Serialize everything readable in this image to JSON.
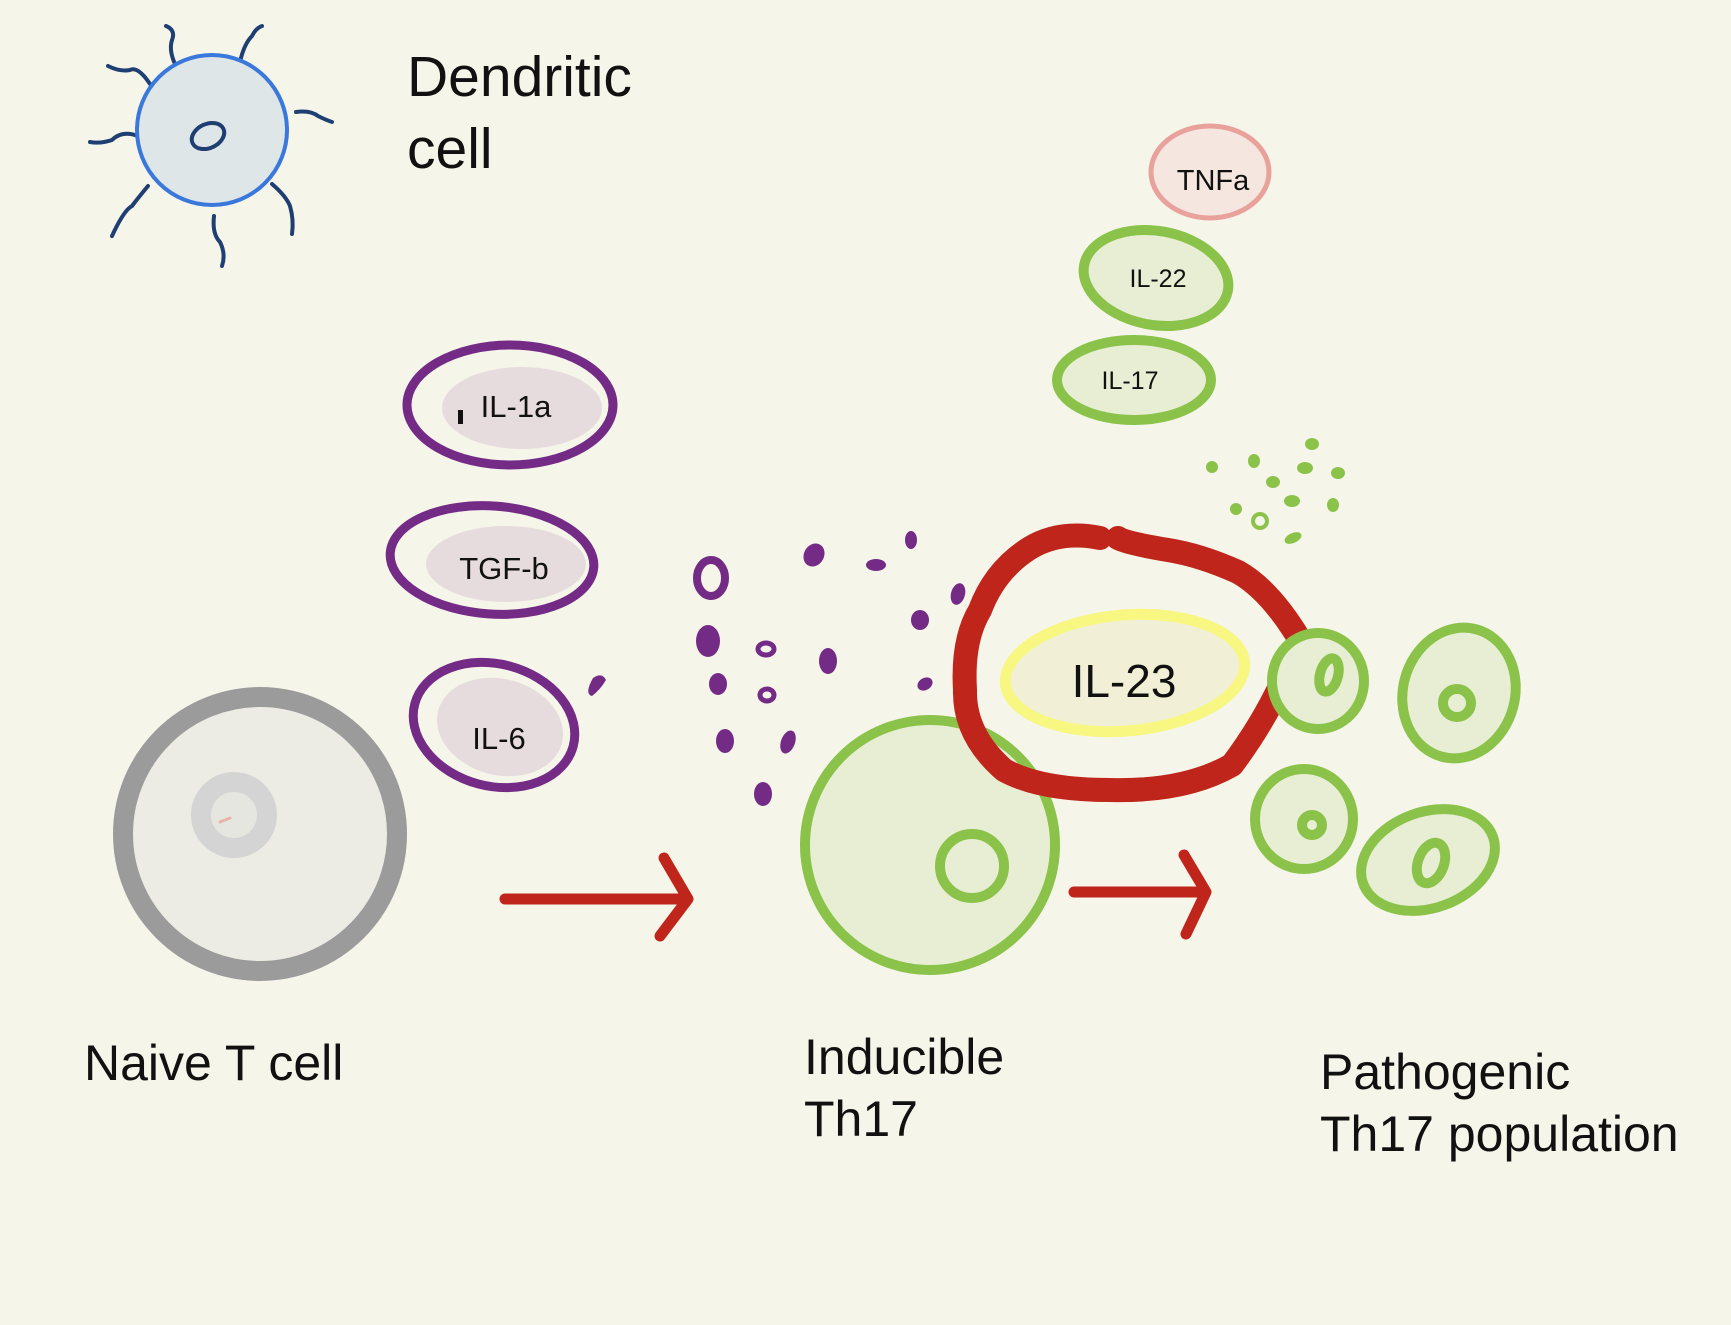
{
  "labels": {
    "dendritic_cell": "Dendritic\ncell",
    "naive_t_cell": "Naive T cell",
    "inducible_th17": "Inducible\nTh17",
    "pathogenic_th17": "Pathogenic\nTh17 population"
  },
  "cytokines": {
    "il1a": "IL-1a",
    "tgfb": "TGF-b",
    "il6": "IL-6",
    "il23": "IL-23",
    "il17": "IL-17",
    "il22": "IL-22",
    "tnfa": "TNFa"
  },
  "colors": {
    "background": "#f6f5ea",
    "dendritic_outline": "#3a78dc",
    "dendritic_fill": "#dfe6e8",
    "dendrite": "#1f3e72",
    "naive_outline": "#9b9b9b",
    "naive_fill": "#ececE4",
    "purple": "#742b86",
    "purple_fill": "#e7dcdd",
    "green": "#8bc34a",
    "green_fill": "#e8eed4",
    "red": "#c0251c",
    "yellow": "#f7f781",
    "tnf_outline": "#e8a29b",
    "tnf_fill": "#f5e6df"
  }
}
